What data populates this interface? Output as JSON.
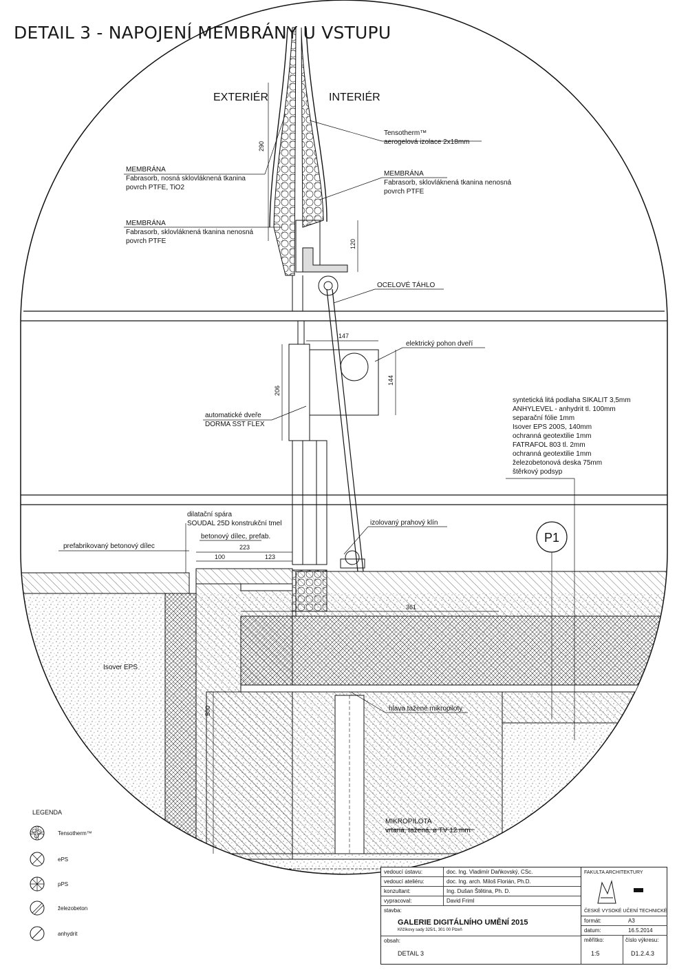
{
  "title": "DETAIL 3 - NAPOJENÍ MEMBRÁNY U VSTUPU",
  "labels": {
    "exterier": "EXTERIÉR",
    "interier": "INTERIÉR",
    "tensotherm_1": "Tensotherm™",
    "tensotherm_2": "aerogelová izolace 2x18mm",
    "membrana_a_1": "MEMBRÁNA",
    "membrana_a_2": "Fabrasorb, nosná sklovláknená tkanina",
    "membrana_a_3": "povrch PTFE, TiO2",
    "membrana_b_1": "MEMBRÁNA",
    "membrana_b_2": "Fabrasorb, sklovláknená tkanina nenosná",
    "membrana_b_3": "povrch PTFE",
    "membrana_c_1": "MEMBRÁNA",
    "membrana_c_2": "Fabrasorb, sklovláknená tkanina nenosná",
    "membrana_c_3": "povrch PTFE",
    "ocelove_tahlo": "OCELOVÉ TÁHLO",
    "pohon": "elektrický pohon dveří",
    "dvere_1": "automatické dveře",
    "dvere_2": "DORMA SST FLEX",
    "dilatacni_1": "dilatační spára",
    "dilatacni_2": "SOUDAL 25D konstrukční tmel",
    "betonovy_dilec": "betonový dílec, prefab.",
    "prefab_dilec": "prefabrikovaný betonový dílec",
    "prahovy_klin": "izolovaný prahový klín",
    "isover": "Isover EPS",
    "hlava": "hlava tažené mikropiloty",
    "mikropilota_1": "MIKROPILOTA",
    "mikropilota_2": "vrtaná, tažená, ø TV 12 mm",
    "p1": "P1",
    "dim_290": "290",
    "dim_120": "120",
    "dim_147": "147",
    "dim_144": "144",
    "dim_206": "206",
    "dim_223": "223",
    "dim_100": "100",
    "dim_123": "123",
    "dim_361": "361",
    "dim_500": "500"
  },
  "layers": [
    "syntetická litá podlaha SIKALIT 3,5mm",
    "ANHYLEVEL - anhydrit tl. 100mm",
    "separační fólie 1mm",
    "Isover EPS 200S, 140mm",
    "ochranná geotextilie 1mm",
    "FATRAFOL 803 tl. 2mm",
    "ochranná geotextilie 1mm",
    "železobetonová deska 75mm",
    "štěrkový podsyp"
  ],
  "legend": {
    "title": "LEGENDA",
    "items": [
      {
        "icon": "tensotherm-hatch-icon",
        "label": "Tensotherm™"
      },
      {
        "icon": "eps-hatch-icon",
        "label": "ePS"
      },
      {
        "icon": "pps-hatch-icon",
        "label": "pPS"
      },
      {
        "icon": "zelezobeton-hatch-icon",
        "label": "železobeton"
      },
      {
        "icon": "anhydrit-hatch-icon",
        "label": "anhydrit"
      }
    ]
  },
  "title_block": {
    "rows": [
      {
        "k": "vedoucí ústavu:",
        "v": "doc. Ing. Vladimír Daňkovský, CSc."
      },
      {
        "k": "vedoucí ateliéru:",
        "v": "doc. Ing. arch. Miloš Florián, Ph.D."
      },
      {
        "k": "konzultant:",
        "v": "Ing. Dušan Štětina, Ph. D."
      },
      {
        "k": "vypracoval:",
        "v": "David Friml"
      },
      {
        "k": "stavba:",
        "v": ""
      }
    ],
    "project": "GALERIE DIGITÁLNÍHO UMĚNÍ 2015",
    "address": "Křižíkovy sady 325/1, 301 00 Plzeň",
    "obsah_label": "obsah:",
    "obsah_value": "DETAIL 3",
    "faculty": "FAKULTA ARCHITEKTURY",
    "school": "ČESKÉ VYSOKÉ UČENÍ TECHNICKÉ",
    "format_label": "formát:",
    "format_value": "A3",
    "datum_label": "datum:",
    "datum_value": "16.5.2014",
    "meritko_label": "měřítko:",
    "meritko_value": "1:5",
    "cislo_label": "číslo výkresu:",
    "cislo_value": "D1.2.4.3"
  }
}
